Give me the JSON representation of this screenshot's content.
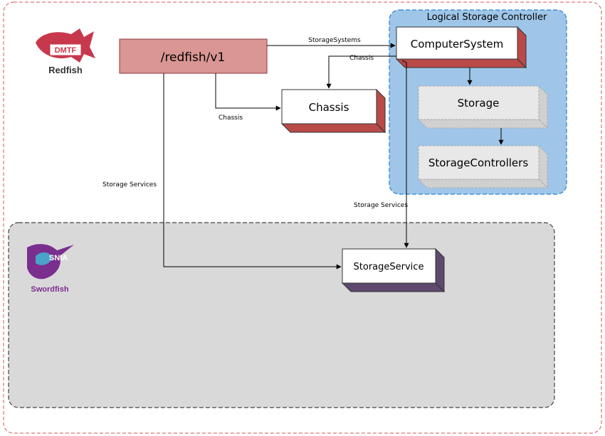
{
  "outer_region": {
    "label": ""
  },
  "logical_storage_controller": {
    "label": "Logical Storage Controller",
    "fill": "#9fc6e8",
    "border": "#2b7fd0"
  },
  "swordfish_region": {
    "fill": "#d9d9d9",
    "border": "#555555"
  },
  "logos": {
    "dmtf": {
      "badge": "DMTF",
      "name": "Redfish",
      "color": "#c8384d"
    },
    "snia": {
      "badge": "SNIA",
      "name": "Swordfish",
      "color": "#7a2e8e"
    }
  },
  "nodes": {
    "redfish_v1": {
      "label": "/redfish/v1",
      "fill": "#d99694",
      "border": "#8b3a3a"
    },
    "computer_system": {
      "label": "ComputerSystem",
      "fill": "#ffffff",
      "side": "#b94a48"
    },
    "chassis": {
      "label": "Chassis",
      "fill": "#ffffff",
      "side": "#b94a48"
    },
    "storage": {
      "label": "Storage",
      "fill": "#e8e8e8",
      "side": "#d0d0d0"
    },
    "storage_controllers": {
      "label": "StorageControllers",
      "fill": "#e8e8e8",
      "side": "#d0d0d0"
    },
    "storage_service": {
      "label": "StorageService",
      "fill": "#ffffff",
      "side": "#5e4a6e"
    }
  },
  "edges": {
    "storage_systems": "StorageSystems",
    "chassis_from_cs": "Chassis",
    "chassis_from_root": "Chassis",
    "storage_services_root": "Storage Services",
    "storage_services_cs": "Storage Services"
  }
}
